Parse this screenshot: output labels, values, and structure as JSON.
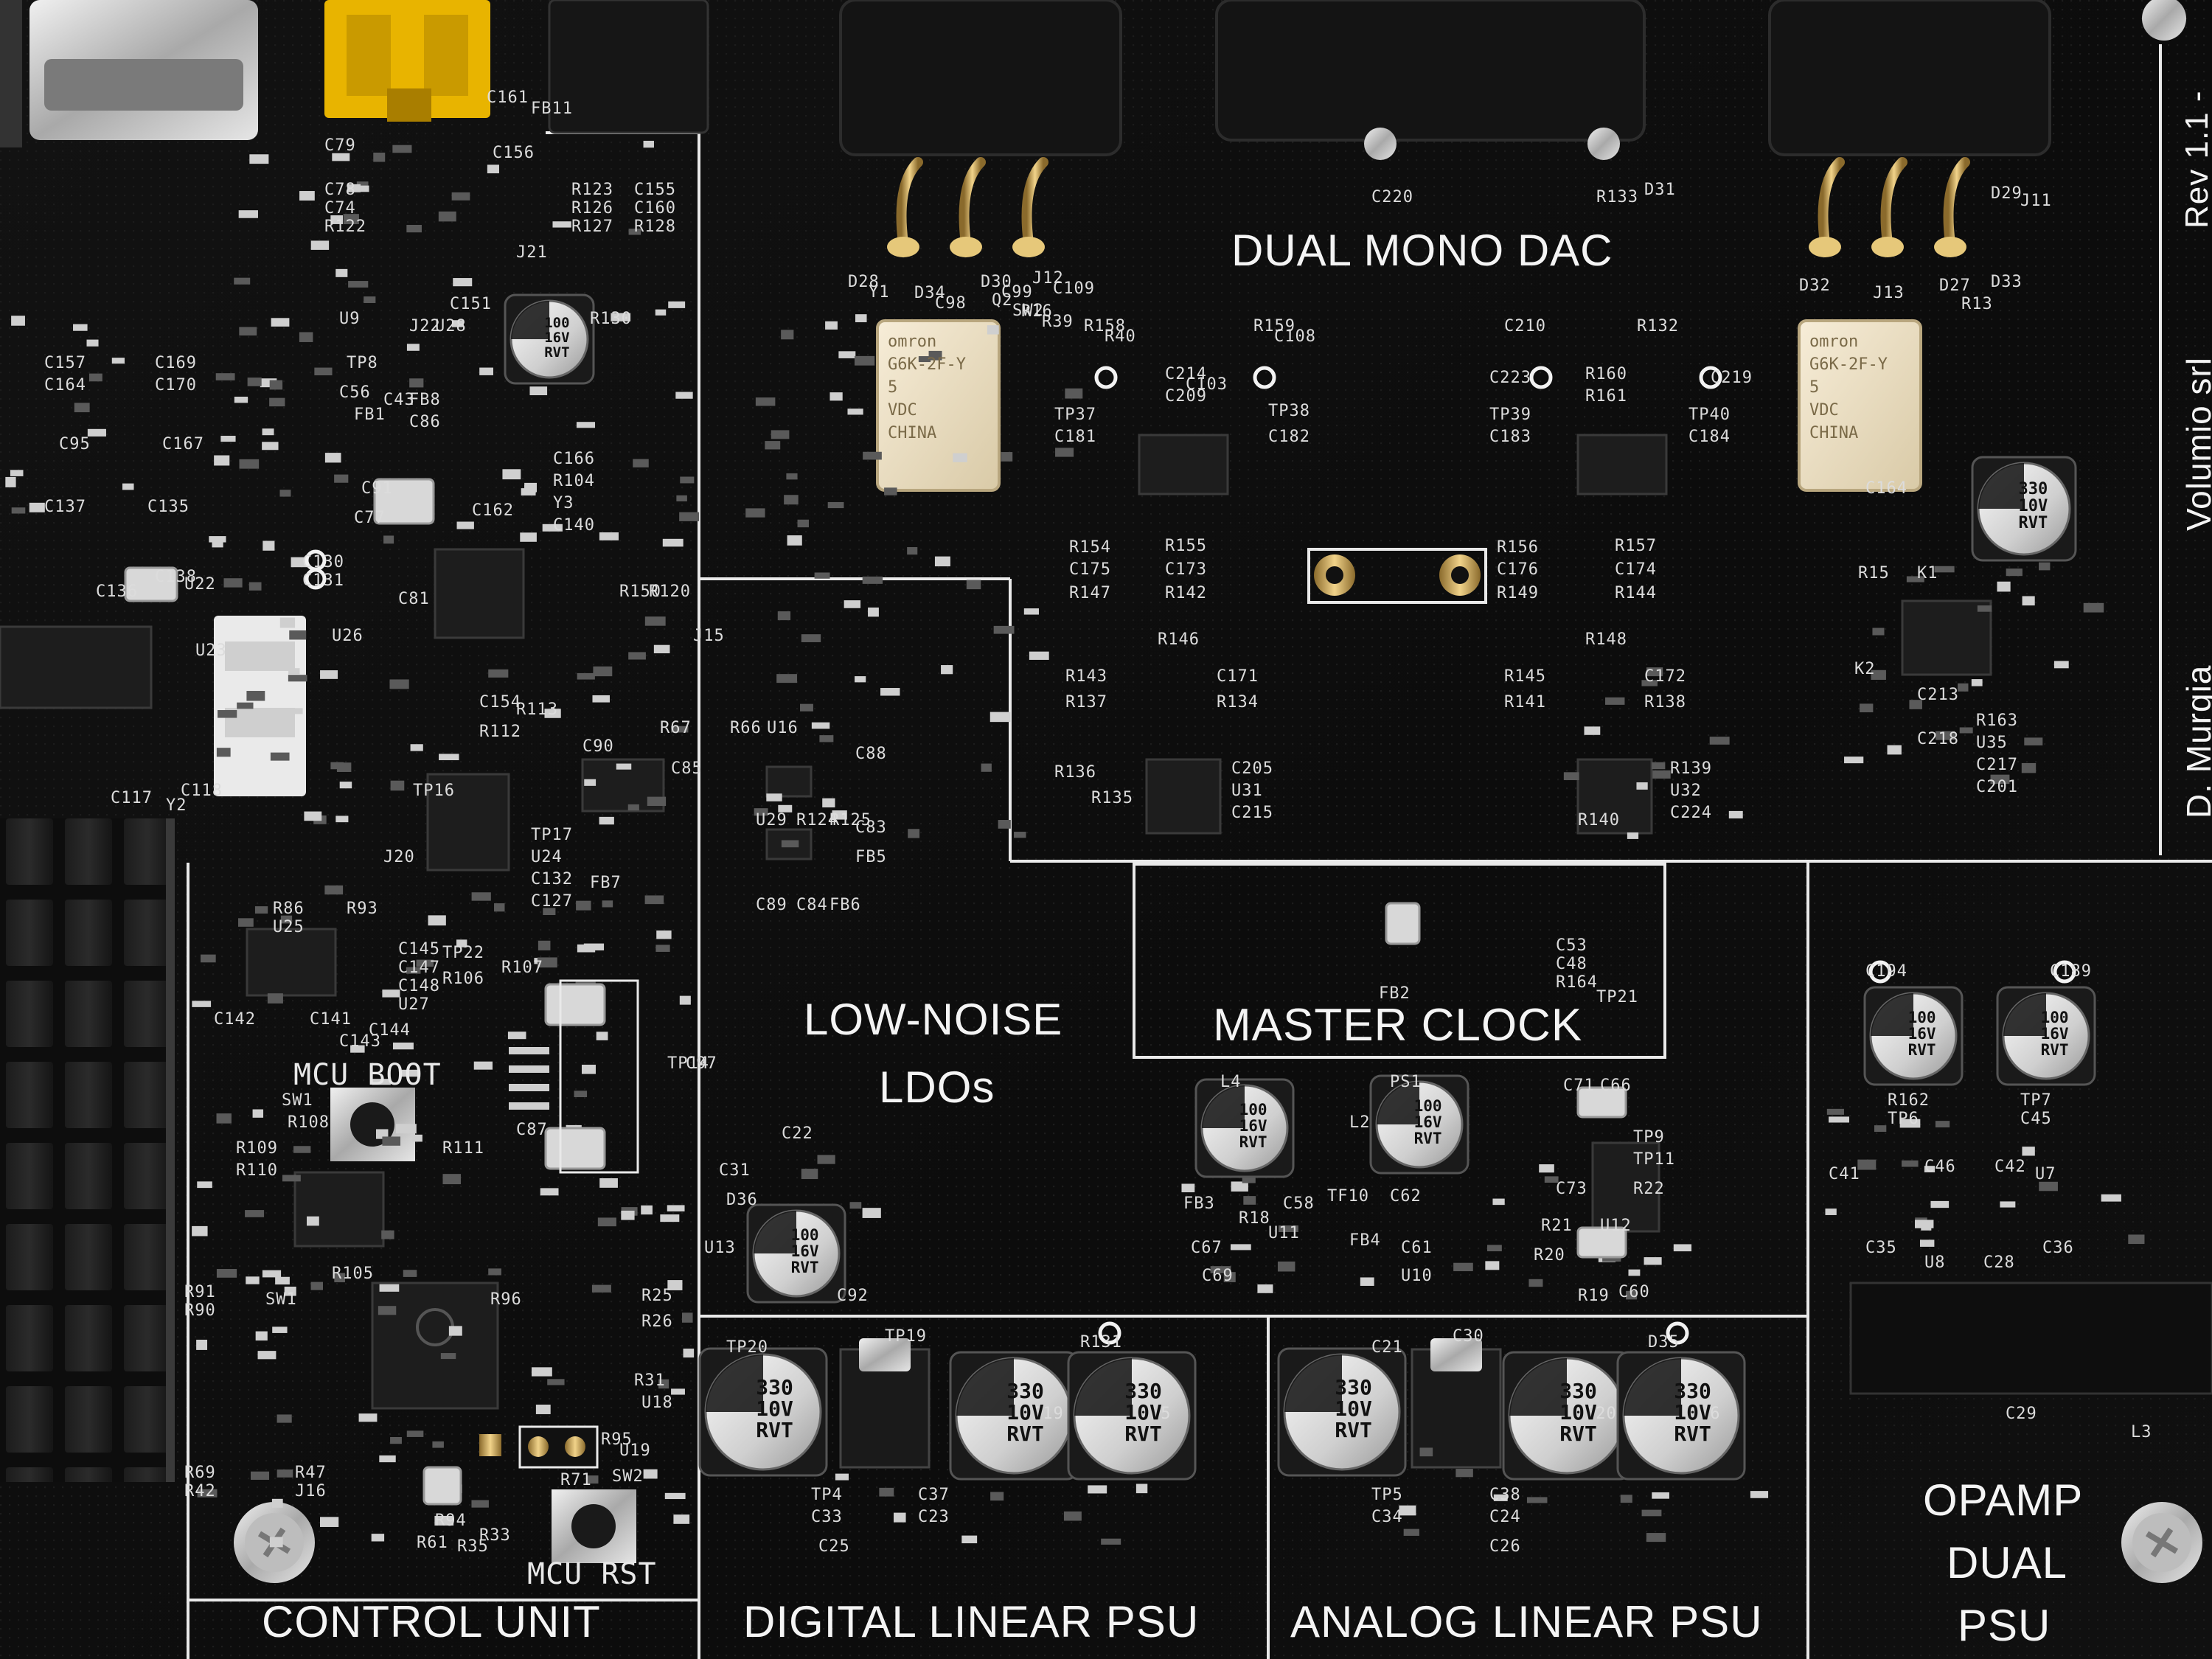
{
  "sections": {
    "dual_mono_dac": "DUAL MONO DAC",
    "low_noise_ldos_line1": "LOW-NOISE",
    "low_noise_ldos_line2": "LDOs",
    "master_clock": "MASTER CLOCK",
    "control_unit": "CONTROL UNIT",
    "digital_linear_psu": "DIGITAL LINEAR PSU",
    "analog_linear_psu": "ANALOG LINEAR PSU",
    "opamp_line1": "OPAMP",
    "opamp_line2": "DUAL",
    "opamp_line3": "PSU"
  },
  "side_text": {
    "rev": "Rev 1.1 -",
    "company": "Volumio srl",
    "author": "D. Murgia"
  },
  "buttons": {
    "mcu_boot": "MCU BOOT",
    "mcu_rst": "MCU RST",
    "sw1": "SW1",
    "sw2": "SW2"
  },
  "capacitors": {
    "c19": [
      "330",
      "10V",
      "RVT"
    ],
    "c23_label": "C19",
    "c37": [
      "330",
      "10V",
      "RVT"
    ],
    "c33": [
      "330",
      "10V",
      "RVT"
    ],
    "c20": [
      "330",
      "10V",
      "RVT"
    ],
    "c38": [
      "330",
      "10V",
      "RVT"
    ],
    "c34": [
      "330",
      "10V",
      "RVT"
    ],
    "c185": [
      "330",
      "10V",
      "RVT"
    ],
    "c71": [
      "100",
      "16V",
      "RVT"
    ],
    "c66": [
      "100",
      "16V",
      "RVT"
    ],
    "c97": [
      "100",
      "16V",
      "RVT"
    ],
    "c56": [
      "100",
      "16V",
      "RVT"
    ],
    "c49": [
      "100",
      "16V",
      "RVT"
    ],
    "c50": [
      "100",
      "16V",
      "RVT"
    ]
  },
  "relays": {
    "k1": [
      "omron",
      "G6K-2F-Y",
      "5",
      "VDC",
      "CHINA"
    ],
    "k2": [
      "omron",
      "G6K-2F-Y",
      "5",
      "VDC",
      "CHINA"
    ]
  },
  "silkscreen": [
    "D28",
    "D34",
    "D30",
    "J12",
    "Q2",
    "R16",
    "R158",
    "R159",
    "C214",
    "C209",
    "TP37",
    "TP38",
    "C181",
    "C182",
    "R154",
    "R155",
    "C175",
    "C173",
    "R147",
    "R142",
    "R146",
    "R143",
    "C171",
    "R137",
    "R134",
    "R136",
    "R135",
    "C205",
    "U31",
    "C215",
    "C210",
    "R132",
    "R160",
    "R161",
    "C223",
    "C219",
    "TP39",
    "TP40",
    "C183",
    "C184",
    "R156",
    "R157",
    "C176",
    "C174",
    "R149",
    "R144",
    "R148",
    "R145",
    "C172",
    "R141",
    "R138",
    "R140",
    "R139",
    "U32",
    "C224",
    "C220",
    "R133",
    "D31",
    "D32",
    "J13",
    "D27",
    "D33",
    "D29",
    "J11",
    "R13",
    "C164",
    "R15",
    "K1",
    "K2",
    "C213",
    "C218",
    "R163",
    "U35",
    "C217",
    "C201",
    "C194",
    "C189",
    "R162",
    "TP6",
    "TP7",
    "C45",
    "C41",
    "C46",
    "C42",
    "U7",
    "C35",
    "C36",
    "U8",
    "C28",
    "C29",
    "L3",
    "L4",
    "PS1",
    "L2",
    "C71",
    "C66",
    "TP9",
    "TP11",
    "C73",
    "R22",
    "R21",
    "U12",
    "R20",
    "R19",
    "C60",
    "FB3",
    "R18",
    "C58",
    "U11",
    "C67",
    "C69",
    "TF10",
    "C62",
    "FB4",
    "C61",
    "U10",
    "FB2",
    "C53",
    "C48",
    "R164",
    "TP21",
    "TP20",
    "TP19",
    "R131",
    "C19",
    "U5",
    "TP4",
    "C37",
    "C33",
    "C23",
    "C25",
    "C21",
    "C30",
    "D35",
    "C20",
    "U6",
    "TP5",
    "C38",
    "C34",
    "C24",
    "C26",
    "C22",
    "C31",
    "D36",
    "U13",
    "C92",
    "C87",
    "TP14",
    "C97",
    "J15",
    "R67",
    "R66",
    "U16",
    "C90",
    "C85",
    "FB7",
    "U29",
    "R124",
    "R125",
    "C89",
    "C84",
    "FB6",
    "C88",
    "C83",
    "FB5",
    "C79",
    "C78",
    "C74",
    "R122",
    "R123",
    "R126",
    "R127",
    "C155",
    "C160",
    "R128",
    "C156",
    "C161",
    "FB11",
    "C151",
    "J21",
    "J22",
    "U28",
    "R130",
    "U9",
    "TP8",
    "C56",
    "FB1",
    "C43",
    "FB8",
    "C86",
    "C91",
    "C77",
    "C81",
    "U26",
    "C162",
    "C166",
    "R104",
    "Y3",
    "C140",
    "C154",
    "R112",
    "R113",
    "R120",
    "R150",
    "C157",
    "C164",
    "C169",
    "C170",
    "C95",
    "C167",
    "C137",
    "C135",
    "C138",
    "C136",
    "U22",
    "U23",
    "C130",
    "C131",
    "Y2",
    "C118",
    "C117",
    "J20",
    "TP16",
    "TP17",
    "U24",
    "C132",
    "C127",
    "R86",
    "R93",
    "U25",
    "C141",
    "C142",
    "C143",
    "C144",
    "C145",
    "C147",
    "C148",
    "U27",
    "R107",
    "R106",
    "TP22",
    "R108",
    "R109",
    "R110",
    "R111",
    "R105",
    "R96",
    "R91",
    "R90",
    "SW1",
    "R25",
    "R26",
    "R31",
    "U18",
    "U19",
    "R95",
    "R94",
    "R61",
    "R35",
    "R33",
    "R71",
    "R69",
    "R42",
    "R47",
    "J16",
    "Y1",
    "C98",
    "C99",
    "C109",
    "SW2",
    "R39",
    "R40",
    "C108",
    "C103"
  ]
}
